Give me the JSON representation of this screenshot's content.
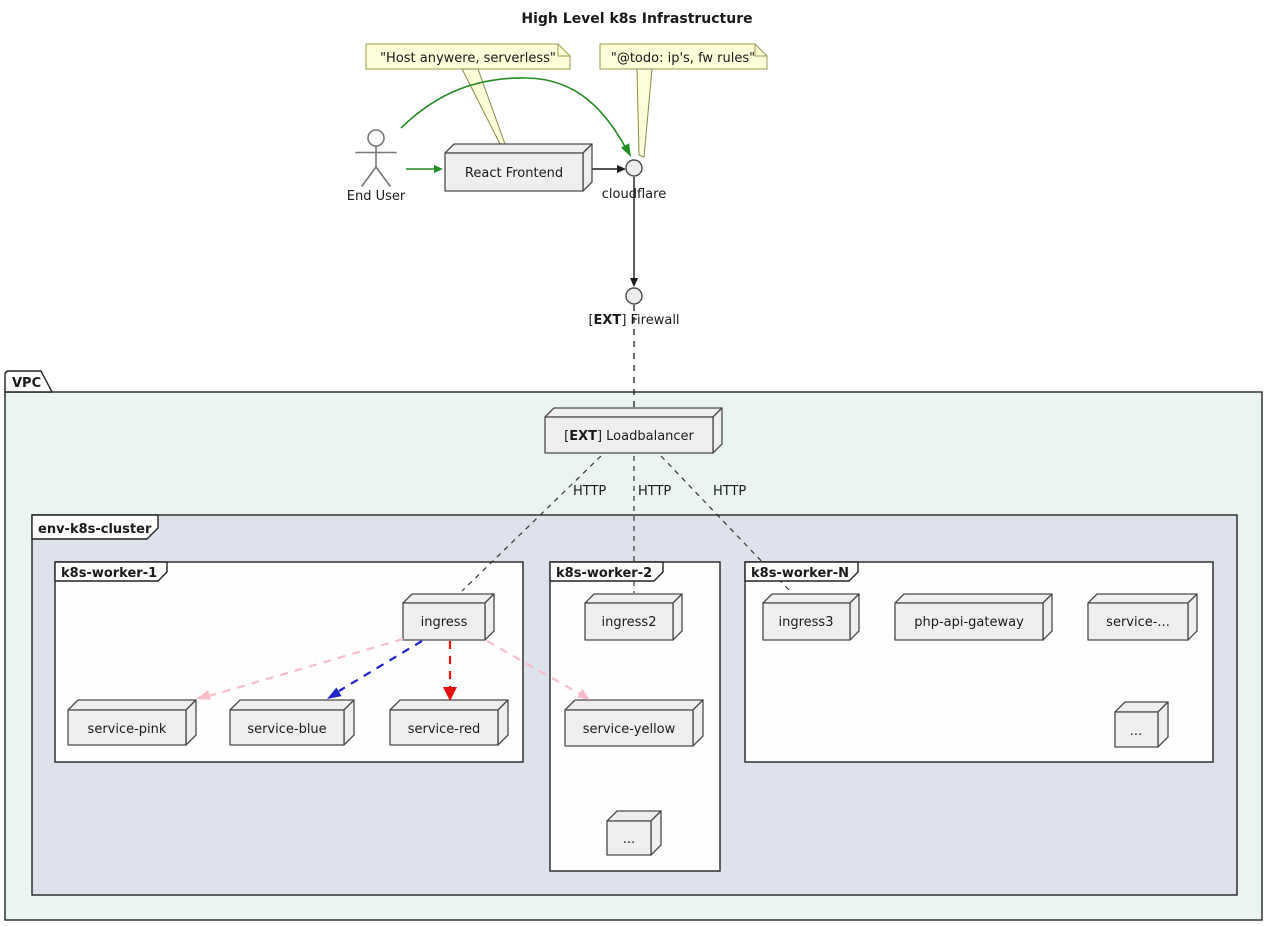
{
  "title": "High Level k8s Infrastructure",
  "notes": {
    "host": "\"Host anywere, serverless\"",
    "todo": "\"@todo: ip's, fw rules\""
  },
  "actor": {
    "label": "End User"
  },
  "frontend": {
    "label": "React Frontend"
  },
  "cloudflare": {
    "label": "cloudflare"
  },
  "firewall": {
    "open": "[",
    "ext": "EXT",
    "rest": "] Firewall"
  },
  "vpc": {
    "label": "VPC"
  },
  "loadbalancer": {
    "open": "[",
    "ext": "EXT",
    "rest": "] Loadbalancer"
  },
  "links": {
    "http1": "HTTP",
    "http2": "HTTP",
    "http3": "HTTP"
  },
  "cluster": {
    "label": "env-k8s-cluster"
  },
  "worker1": {
    "label": "k8s-worker-1",
    "ingress": "ingress",
    "service_pink": "service-pink",
    "service_blue": "service-blue",
    "service_red": "service-red"
  },
  "worker2": {
    "label": "k8s-worker-2",
    "ingress": "ingress2",
    "service_yellow": "service-yellow",
    "ellipsis": "..."
  },
  "workerN": {
    "label": "k8s-worker-N",
    "ingress": "ingress3",
    "gateway": "php-api-gateway",
    "service_ellipsis": "service-...",
    "ellipsis": "..."
  },
  "colors": {
    "green": "#228B22",
    "pink": "#F9BDC9",
    "blue": "#2222CC",
    "red": "#E81010",
    "note_fill": "#FDFDD8",
    "node_fill": "#EFEFEF",
    "vpc_fill": "#EAF5F0",
    "cluster_fill": "#DDE2ED",
    "worker_fill": "#FEFEFE"
  }
}
